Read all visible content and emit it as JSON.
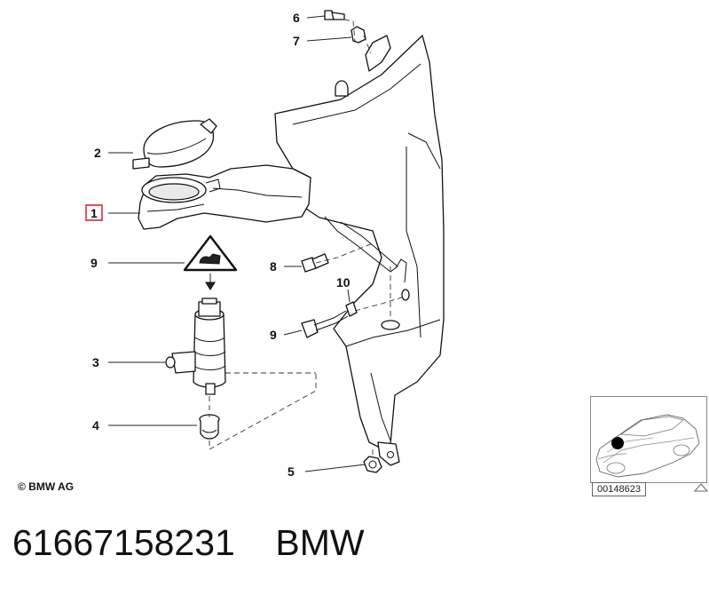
{
  "diagram": {
    "callouts": [
      {
        "id": "c6",
        "label": "6"
      },
      {
        "id": "c7",
        "label": "7"
      },
      {
        "id": "c2",
        "label": "2"
      },
      {
        "id": "c1",
        "label": "1"
      },
      {
        "id": "c9a",
        "label": "9"
      },
      {
        "id": "c8",
        "label": "8"
      },
      {
        "id": "c10",
        "label": "10"
      },
      {
        "id": "c9b",
        "label": "9"
      },
      {
        "id": "c3",
        "label": "3"
      },
      {
        "id": "c4",
        "label": "4"
      },
      {
        "id": "c5",
        "label": "5"
      }
    ],
    "highlight_color": "#e0263a"
  },
  "footer": {
    "copyright": "© BMW AG",
    "reference_number": "00148623",
    "caption": "61667158231    BMW"
  },
  "icons": [
    "warning-triangle-icon",
    "car-locator-icon",
    "triangle-marker-icon"
  ]
}
